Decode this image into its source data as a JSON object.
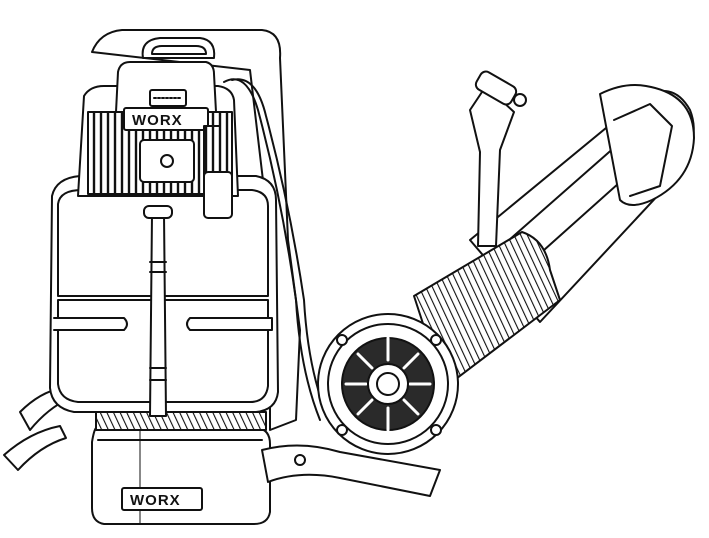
{
  "illustration": {
    "subject": "backpack-leaf-blower",
    "style": "line-art",
    "colors": {
      "stroke": "#111111",
      "fill": "#ffffff",
      "shade": "#2a2a2a"
    }
  },
  "branding": {
    "battery_logo": "WORX",
    "base_logo": "WORX"
  }
}
